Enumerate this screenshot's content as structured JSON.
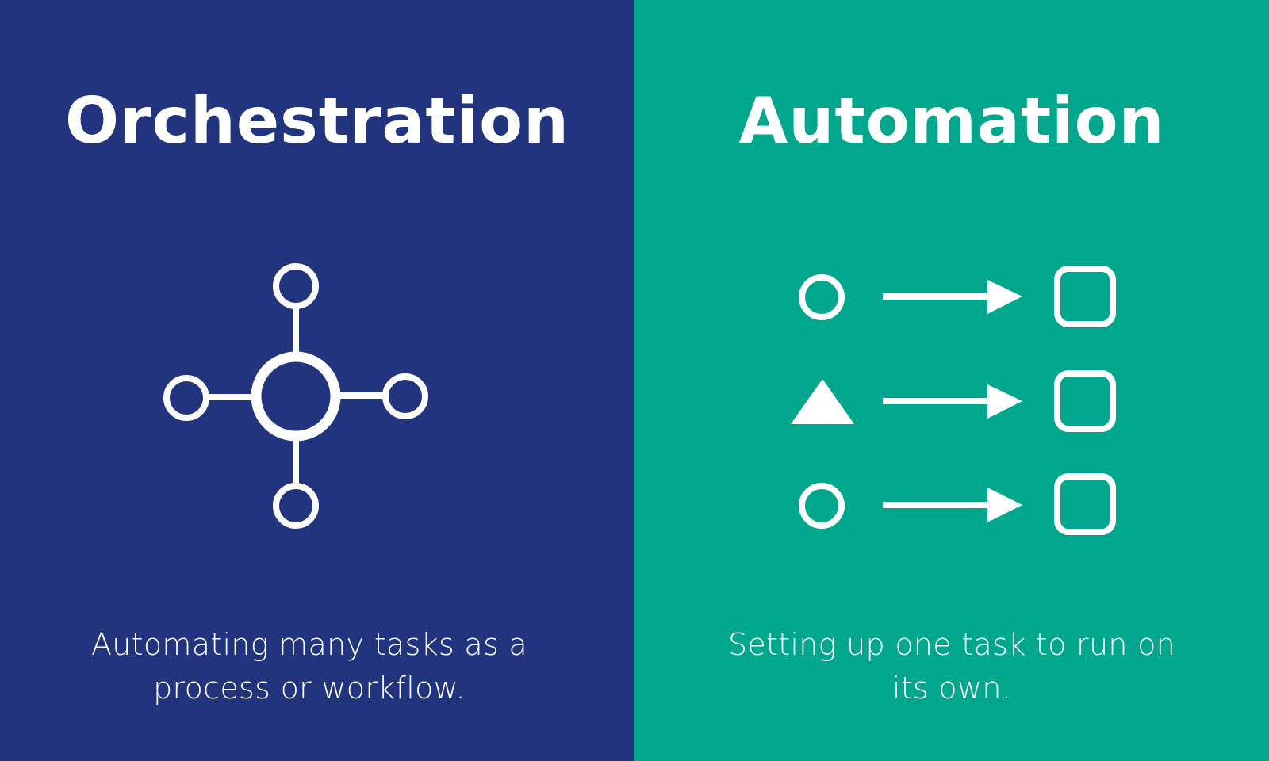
{
  "colors": {
    "orchestration_bg": "#22347e",
    "automation_bg": "#00a78c",
    "foreground": "#ffffff"
  },
  "panels": {
    "left": {
      "title": "Orchestration",
      "caption": "Automating many tasks as a process or workflow.",
      "icon": "hub-network-icon"
    },
    "right": {
      "title": "Automation",
      "caption": "Setting up one task to run on its own.",
      "icon": "shape-to-square-arrows-icon",
      "rows": [
        {
          "input_shape": "circle",
          "output_shape": "rounded-square"
        },
        {
          "input_shape": "triangle",
          "output_shape": "rounded-square"
        },
        {
          "input_shape": "circle",
          "output_shape": "rounded-square"
        }
      ]
    }
  }
}
